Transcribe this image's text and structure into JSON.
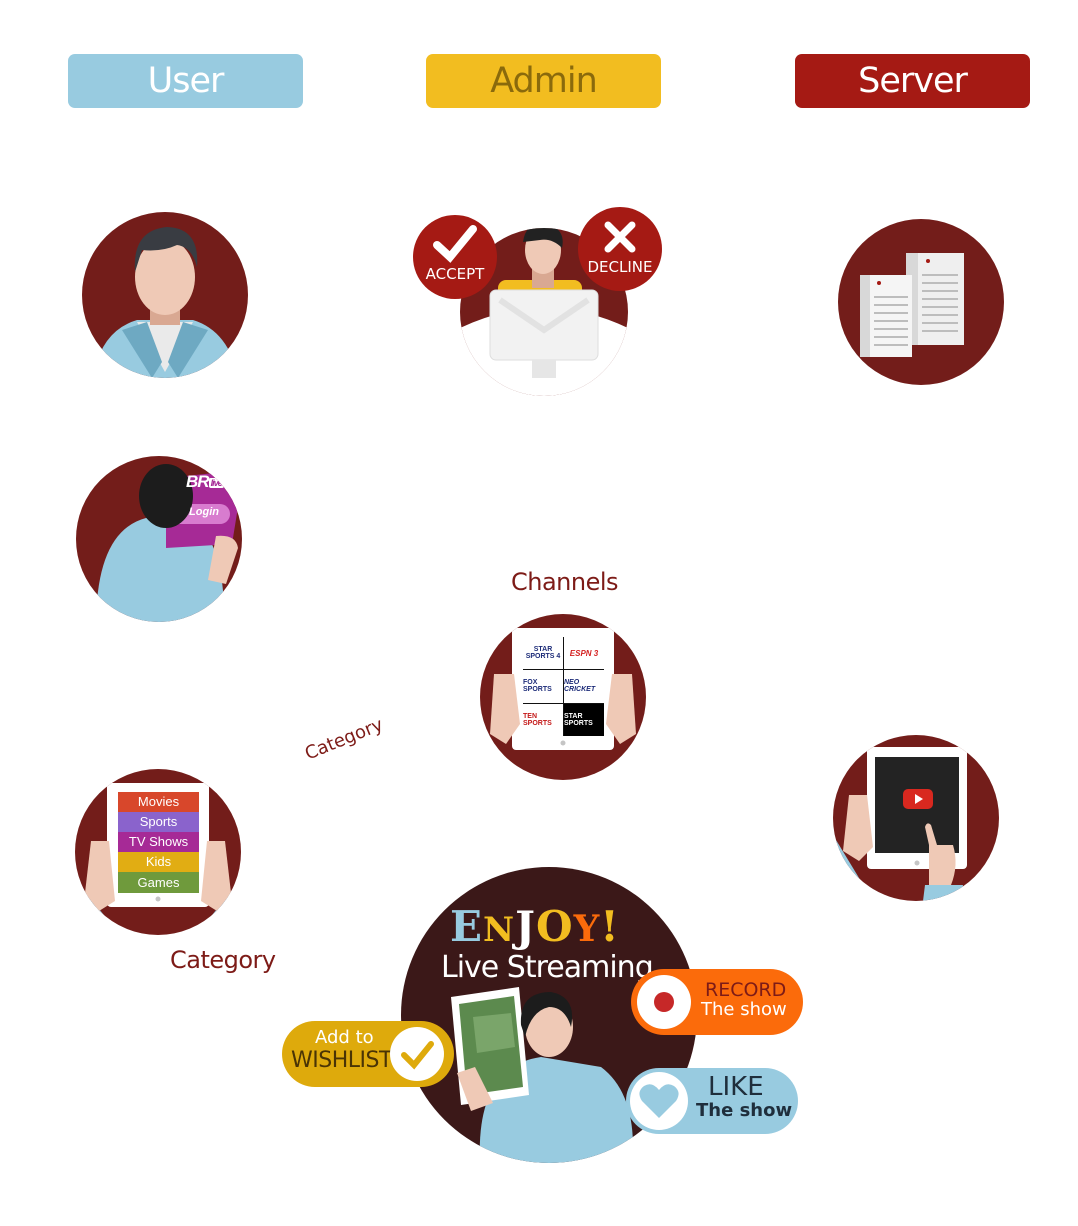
{
  "lanes": {
    "user": {
      "label": "User",
      "color": "#98cbe0"
    },
    "admin": {
      "label": "Admin",
      "color": "#f2bd20"
    },
    "server": {
      "label": "Server",
      "color": "#a51a14"
    }
  },
  "admin_actions": {
    "accept": "ACCEPT",
    "decline": "DECLINE"
  },
  "login_tablet": {
    "brand_left": "BR",
    "brand_mid": "live",
    "brand_right": "TV",
    "login": "Login"
  },
  "channels": {
    "label": "Channels",
    "tiles": [
      "STAR SPORTS 4",
      "ESPN 3",
      "FOX SPORTS",
      "NEO CRICKET",
      "TEN SPORTS",
      "STAR SPORTS"
    ]
  },
  "category_menu": {
    "label": "Category",
    "arrow_label": "Category",
    "items": [
      "Movies",
      "Sports",
      "TV Shows",
      "Kids",
      "Games"
    ]
  },
  "streaming": {
    "enjoy_letters": [
      "E",
      "N",
      "J",
      "O",
      "Y",
      "!"
    ],
    "title": "Live Streaming"
  },
  "actions": {
    "record_top": "RECORD",
    "record_bottom": "The show",
    "like_top": "LIKE",
    "like_bottom": "The show",
    "wishlist_top": "Add to",
    "wishlist_bottom": "WISHLIST"
  },
  "colors": {
    "circle": "#731d1a",
    "label_red": "#7d1b17",
    "record": "#fb6b0b",
    "like": "#98cbe0",
    "wishlist": "#deaa0c",
    "menu": [
      "#d8472b",
      "#8a63cc",
      "#a62a96",
      "#e1ad13",
      "#6f9a3c"
    ]
  },
  "icons": {
    "play": "play-icon",
    "check": "check-icon",
    "close": "close-icon",
    "heart": "heart-icon",
    "record": "record-dot-icon"
  }
}
